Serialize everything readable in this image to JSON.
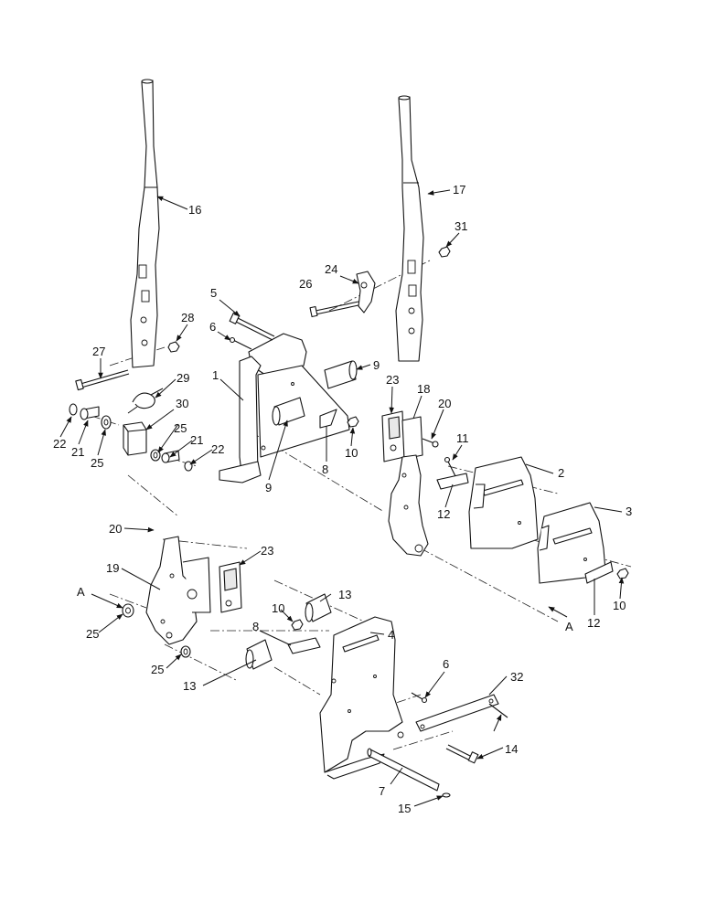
{
  "callouts": {
    "c1": "1",
    "c2": "2",
    "c3": "3",
    "c4": "4",
    "c5": "5",
    "c6a": "6",
    "c6b": "6",
    "c7": "7",
    "c8a": "8",
    "c8b": "8",
    "c9a": "9",
    "c9b": "9",
    "c10a": "10",
    "c10b": "10",
    "c10c": "10",
    "c11": "11",
    "c12a": "12",
    "c12b": "12",
    "c13a": "13",
    "c13b": "13",
    "c14": "14",
    "c15": "15",
    "c16": "16",
    "c17": "17",
    "c18": "18",
    "c19": "19",
    "c20a": "20",
    "c20b": "20",
    "c21a": "21",
    "c21b": "21",
    "c22a": "22",
    "c22b": "22",
    "c23a": "23",
    "c23b": "23",
    "c24": "24",
    "c25a": "25",
    "c25b": "25",
    "c25c": "25",
    "c25d": "25",
    "c26": "26",
    "c27": "27",
    "c28": "28",
    "c29": "29",
    "c30": "30",
    "c31": "31",
    "c32": "32",
    "refA1": "A",
    "refA2": "A"
  }
}
